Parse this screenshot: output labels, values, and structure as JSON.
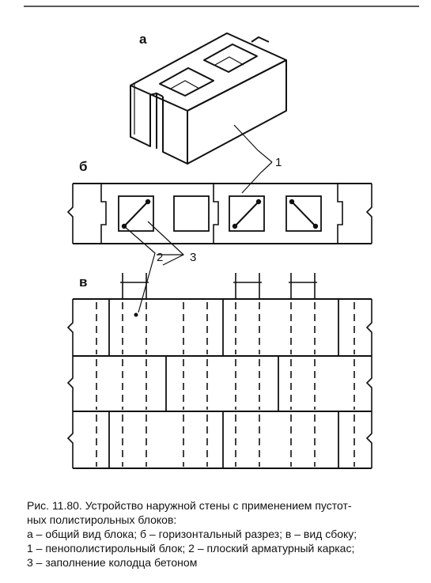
{
  "figure": {
    "labels": {
      "view_a": "а",
      "view_b": "б",
      "view_c": "в"
    },
    "callouts": {
      "c1": "1",
      "c2": "2",
      "c3": "3"
    }
  },
  "caption": {
    "line1": "Рис. 11.80. Устройство наружной стены с применением пустот-",
    "line2": "ных полистирольных блоков:",
    "line3": "а – общий вид блока; б – горизонтальный разрез; в – вид сбоку;",
    "line4": "1 – пенополистирольный блок; 2 – плоский арматурный каркас;",
    "line5": "3 – заполнение колодца бетоном"
  }
}
